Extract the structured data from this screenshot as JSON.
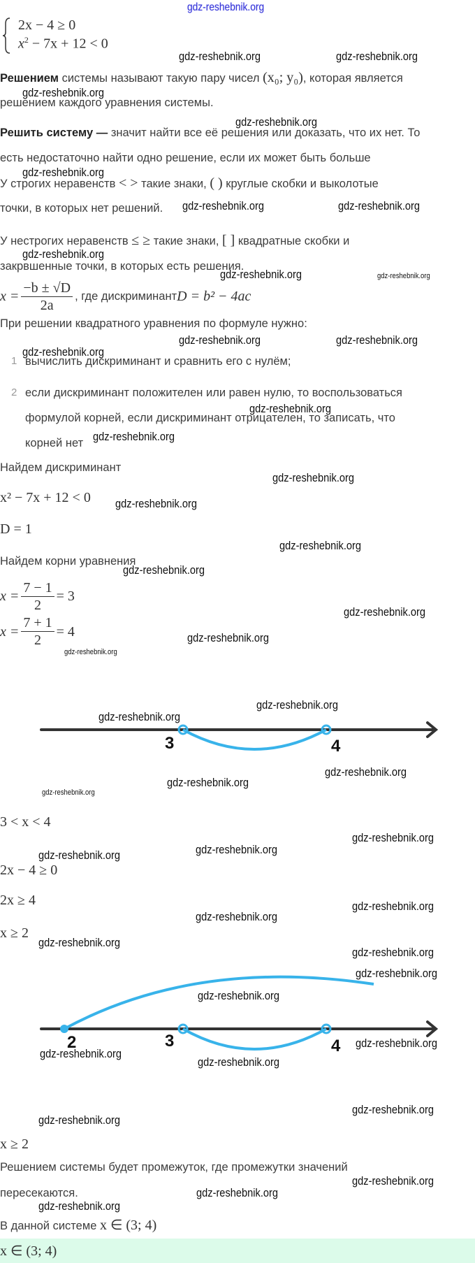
{
  "watermark": "gdz-reshebnik.org",
  "system": {
    "line1": "2x − 4  ≥  0",
    "line2_base": "x",
    "line2_exp": "2",
    "line2_rest": " − 7x + 12  <  0"
  },
  "definitions": {
    "p1_bold": "Решением",
    "p1_text": " системы называют такую пару чисел ",
    "p1_math": "(x₀; y₀)",
    "p1_text2": ", которая является",
    "p1_line2": "решением каждого уравнения системы.",
    "p2_bold": "Решить систему —",
    "p2_text": " значит найти все её решения или доказать, что их нет. То",
    "p2_line2": "есть недостаточно найти одно решение, если их может быть больше",
    "p3_text": "У строгих неравенств ",
    "p3_math": "< >",
    "p3_text2": " такие знаки, ",
    "p3_math2": "( )",
    "p3_text3": " круглые скобки и выколотые",
    "p3_line2": "точки, в которых нет решений.",
    "p4_text": "У нестрогих неравенств ",
    "p4_math": "≤ ≥",
    "p4_text2": " такие знаки, ",
    "p4_math2": "[ ]",
    "p4_text3": " квадратные скобки и",
    "p4_line2": "закрвшенные точки, в которых есть решения."
  },
  "formula": {
    "lhs": "x =",
    "num": "−b ± √D",
    "den": "2a",
    "text": ", где дискриминант ",
    "disc": "D = b² − 4ac"
  },
  "steps_intro": "При решении квадратного уравнения по формуле нужно:",
  "steps": [
    {
      "n": "1",
      "line1": "вычислить дискриминант и сравнить его с нулём;"
    },
    {
      "n": "2",
      "line1": "если дискриминант положителен или равен нулю, то воспользоваться",
      "line2": "формулой корней, если дискриминант отрицателен, то записать, что",
      "line3": "корней нет"
    }
  ],
  "solution": {
    "find_d": "Найдем дискриминант",
    "ineq": "x² − 7x + 12  <  0",
    "d": "D = 1",
    "find_roots": "Найдем корни уравнения",
    "root1": {
      "lhs": "x =",
      "num": "7 − 1",
      "den": "2",
      "rhs": "= 3"
    },
    "root2": {
      "lhs": "x =",
      "num": "7 + 1",
      "den": "2",
      "rhs": "= 4"
    },
    "interval1": "3  <  x  <  4",
    "ineq2": "2x − 4  ≥  0",
    "ineq2b": "2x  ≥  4",
    "ineq2c": "x  ≥  2",
    "result2": "x  ≥  2",
    "conclusion1": "Решением системы будет промежуток, где промежутки значений",
    "conclusion2": "пересекаются.",
    "final_text": "В данной системе ",
    "final_math": "x ∈ (3; 4)",
    "answer": "x ∈ (3; 4)"
  },
  "number_line_1": {
    "points": [
      {
        "label": "3",
        "value": 3,
        "open": true
      },
      {
        "label": "4",
        "value": 4,
        "open": true
      }
    ]
  },
  "number_line_2": {
    "points": [
      {
        "label": "2",
        "value": 2,
        "open": false
      },
      {
        "label": "3",
        "value": 3,
        "open": true
      },
      {
        "label": "4",
        "value": 4,
        "open": true
      }
    ]
  },
  "colors": {
    "arc": "#38b3ea",
    "axis": "#333333",
    "answer_bg": "#dcfbea"
  }
}
